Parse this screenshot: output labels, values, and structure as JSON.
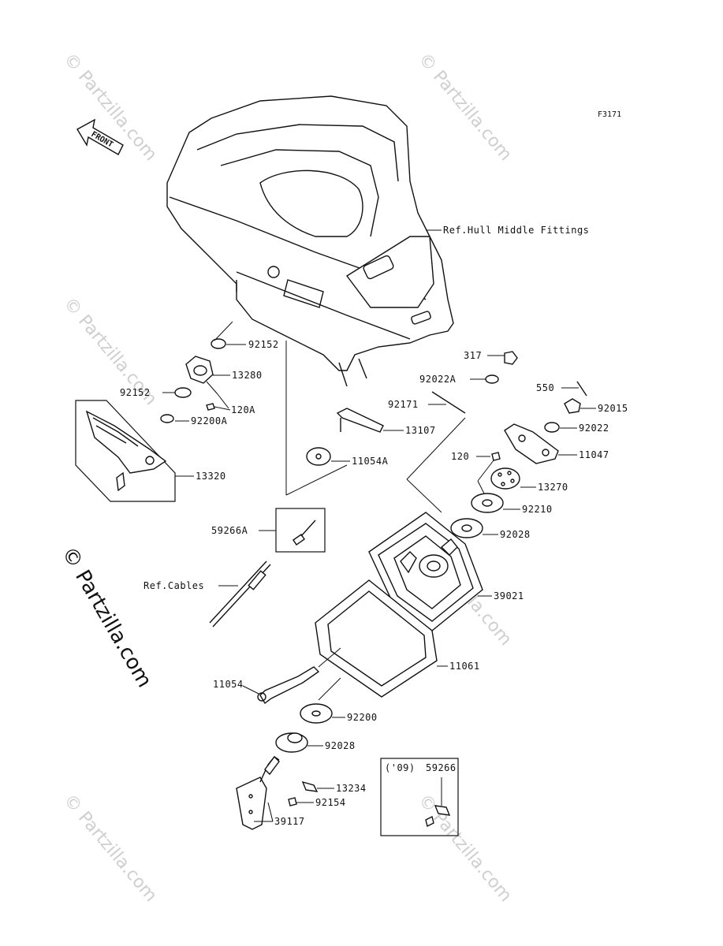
{
  "figure_code": "F3171",
  "front_label": "FRONT",
  "watermark": {
    "side_text": "© Partzilla.com",
    "faint_text": "© Partzilla.com"
  },
  "callouts": {
    "ref_hull": "Ref.Hull Middle Fittings",
    "p92152_a": "92152",
    "p13280": "13280",
    "p92152_b": "92152",
    "p120A": "120A",
    "p92200A": "92200A",
    "p13320": "13320",
    "p13107": "13107",
    "p11054A": "11054A",
    "p59266A": "59266A",
    "ref_cables": "Ref.Cables",
    "p317": "317",
    "p92022A": "92022A",
    "p92171": "92171",
    "p550": "550",
    "p92015": "92015",
    "p92022": "92022",
    "p120": "120",
    "p11047": "11047",
    "p13270": "13270",
    "p92210": "92210",
    "p92028_a": "92028",
    "p39021": "39021",
    "p11061": "11061",
    "p11054": "11054",
    "p92200": "92200",
    "p92028_b": "92028",
    "p13234": "13234",
    "p92154": "92154",
    "p39117": "39117"
  },
  "inset_2009": {
    "year": "('09)",
    "part": "59266"
  }
}
